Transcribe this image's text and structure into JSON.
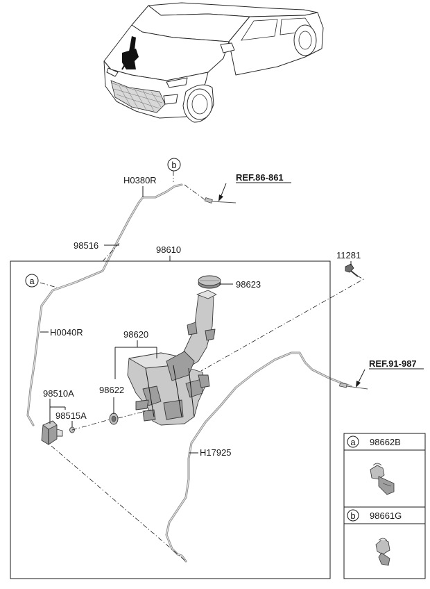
{
  "callouts": {
    "a": "a",
    "b": "b"
  },
  "labels": {
    "h0380r": "H0380R",
    "ref_86_861": "REF.86-861",
    "p98516": "98516",
    "p98610": "98610",
    "p11281": "11281",
    "p98623": "98623",
    "h0040r": "H0040R",
    "p98620": "98620",
    "ref_91_987": "REF.91-987",
    "p98622": "98622",
    "p98510a": "98510A",
    "p98515a": "98515A",
    "h17925": "H17925"
  },
  "legend": {
    "items": [
      {
        "letter": "a",
        "part": "98662B"
      },
      {
        "letter": "b",
        "part": "98661G"
      }
    ]
  },
  "icons": [
    "vehicle-icon",
    "washer-reservoir-icon",
    "filler-cap-icon",
    "washer-pump-icon",
    "grommet-icon",
    "bolt-icon",
    "hose-clip-icon"
  ]
}
